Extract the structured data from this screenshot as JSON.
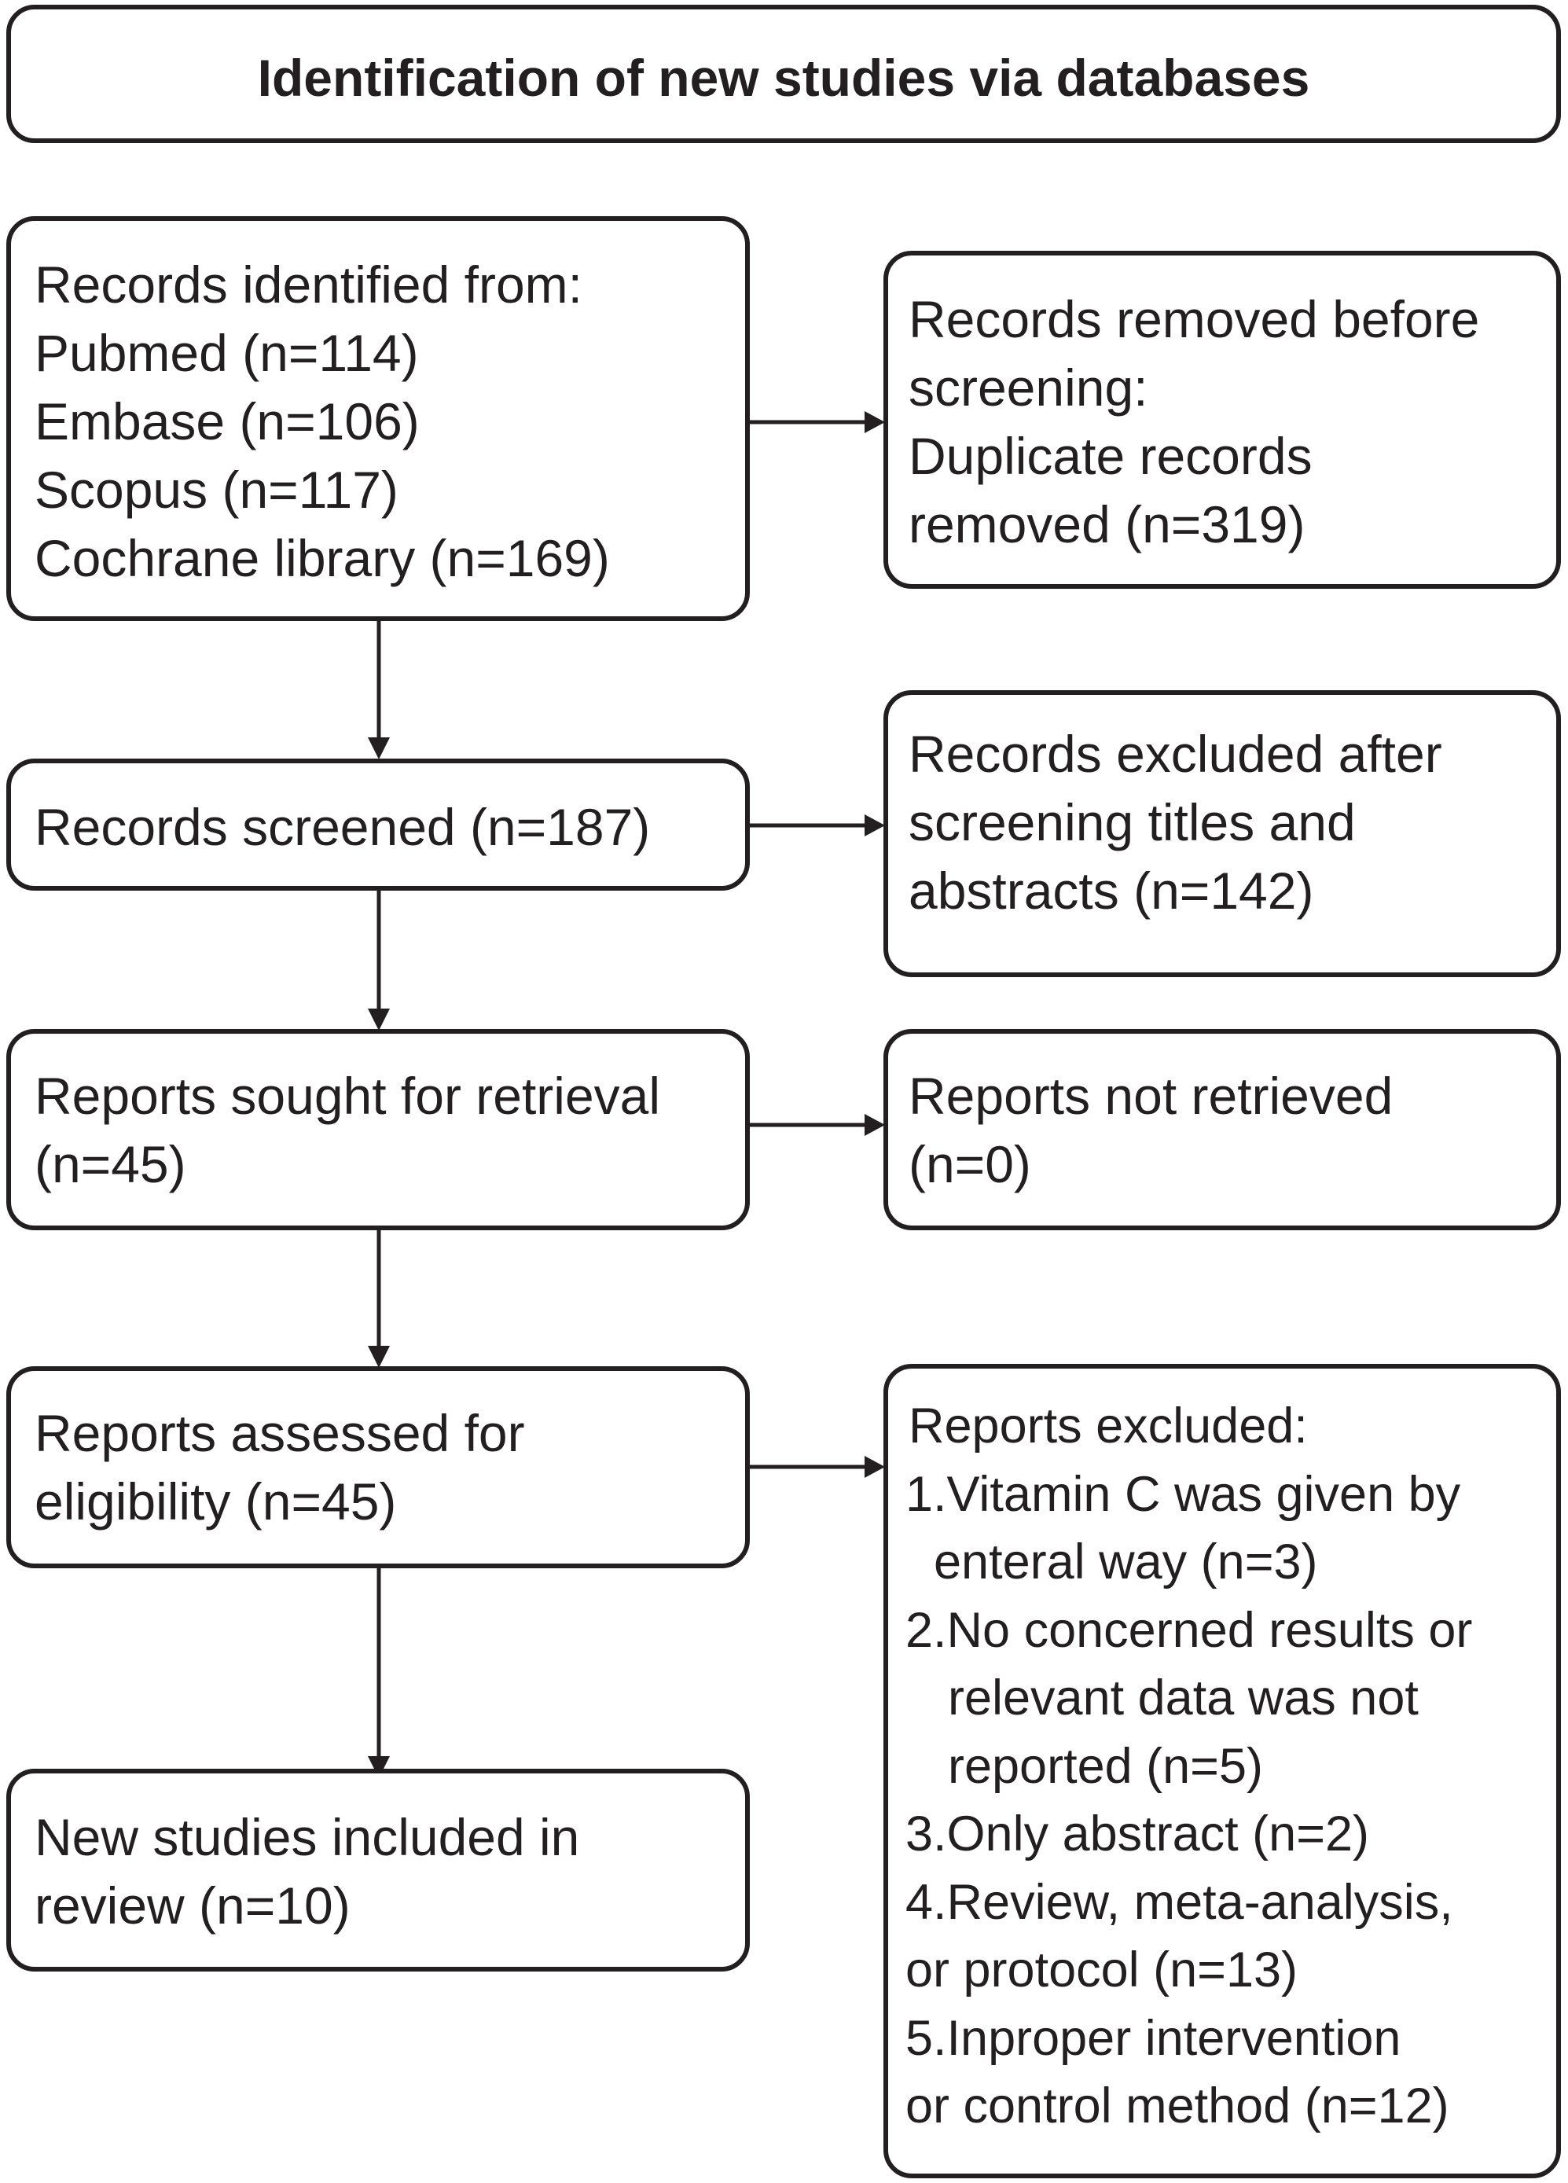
{
  "header": {
    "title": "Identification of new studies via databases"
  },
  "identification": {
    "lines": [
      "Records identified from:",
      "Pubmed (n=114)",
      "Embase (n=106)",
      "Scopus (n=117)",
      "Cochrane library (n=169)"
    ]
  },
  "removed_before_screening": {
    "lines": [
      "Records removed before",
      "screening:",
      "Duplicate records",
      "removed (n=319)"
    ]
  },
  "screened": {
    "lines": [
      "Records screened (n=187)"
    ]
  },
  "excluded_after_screening": {
    "lines": [
      "Records excluded after",
      "screening titles and",
      "abstracts (n=142)"
    ]
  },
  "sought_for_retrieval": {
    "lines": [
      "Reports sought for retrieval",
      "(n=45)"
    ]
  },
  "not_retrieved": {
    "lines": [
      "Reports not retrieved",
      "(n=0)"
    ]
  },
  "assessed_eligibility": {
    "lines": [
      "Reports assessed for",
      "eligibility (n=45)"
    ]
  },
  "included": {
    "lines": [
      "New studies included in",
      "review (n=10)"
    ]
  },
  "reports_excluded": {
    "title": "Reports excluded:",
    "reasons": [
      {
        "lines": [
          "1.Vitamin C was given by",
          "enteral way (n=3)"
        ]
      },
      {
        "lines": [
          "2.No concerned results or",
          "relevant data was not",
          "reported (n=5)"
        ]
      },
      {
        "lines": [
          "3.Only abstract (n=2)"
        ]
      },
      {
        "lines": [
          "4.Review, meta-analysis,",
          "or protocol (n=13)"
        ]
      },
      {
        "lines": [
          "5.Inproper intervention",
          "or control method (n=12)"
        ]
      }
    ]
  }
}
